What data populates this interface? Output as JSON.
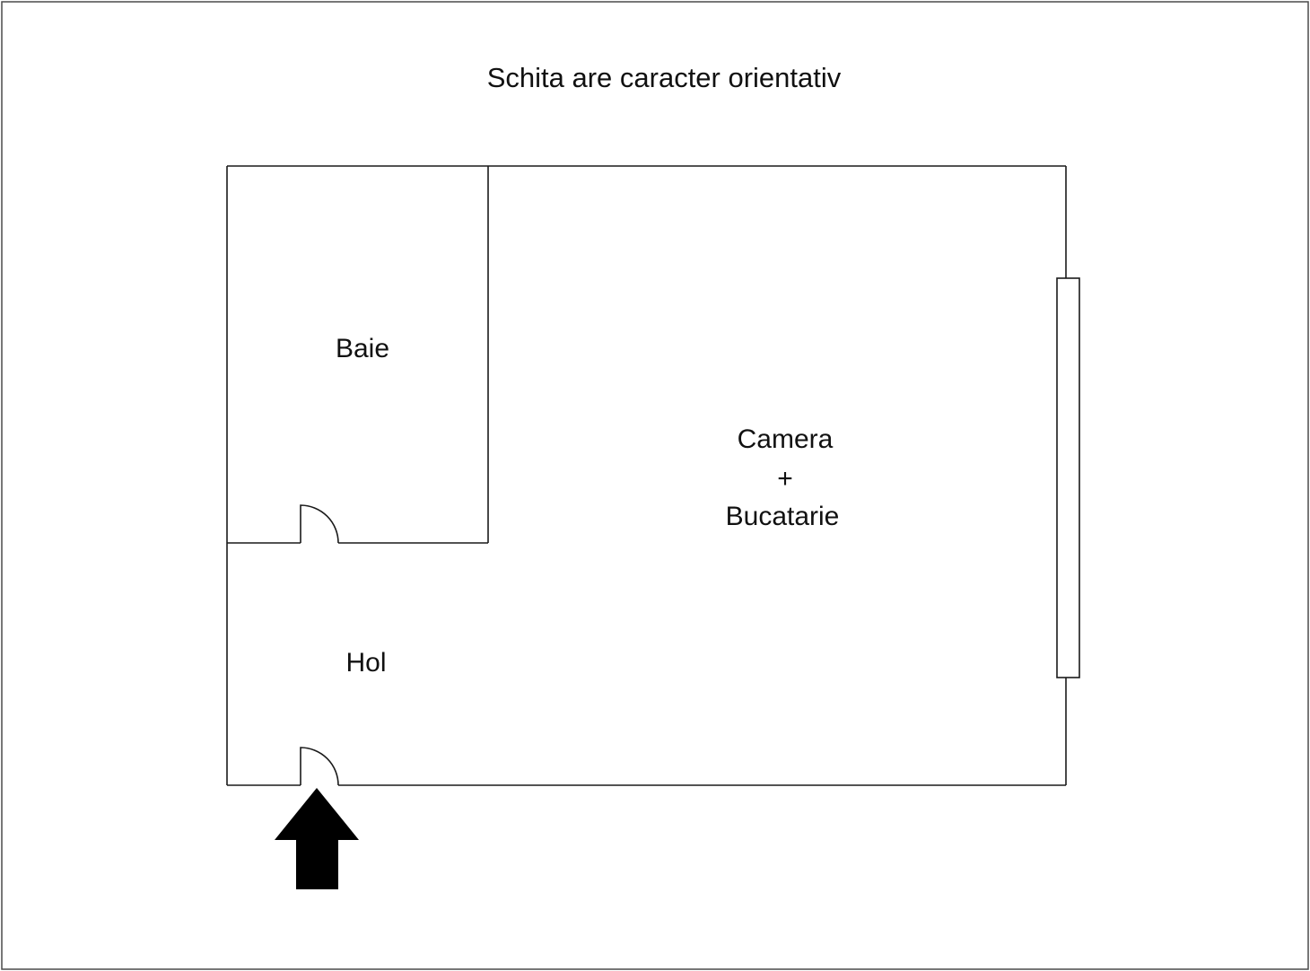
{
  "title": "Schita are caracter orientativ",
  "floor_plan": {
    "rooms": {
      "baie": {
        "label": "Baie"
      },
      "camera_bucatarie": {
        "line1": "Camera",
        "line2": "+",
        "line3": "Bucatarie"
      },
      "hol": {
        "label": "Hol"
      }
    },
    "features": {
      "window": "window",
      "entrance_arrow": "entrance-direction",
      "baie_door": "door-swing",
      "entrance_door": "door-swing"
    }
  }
}
